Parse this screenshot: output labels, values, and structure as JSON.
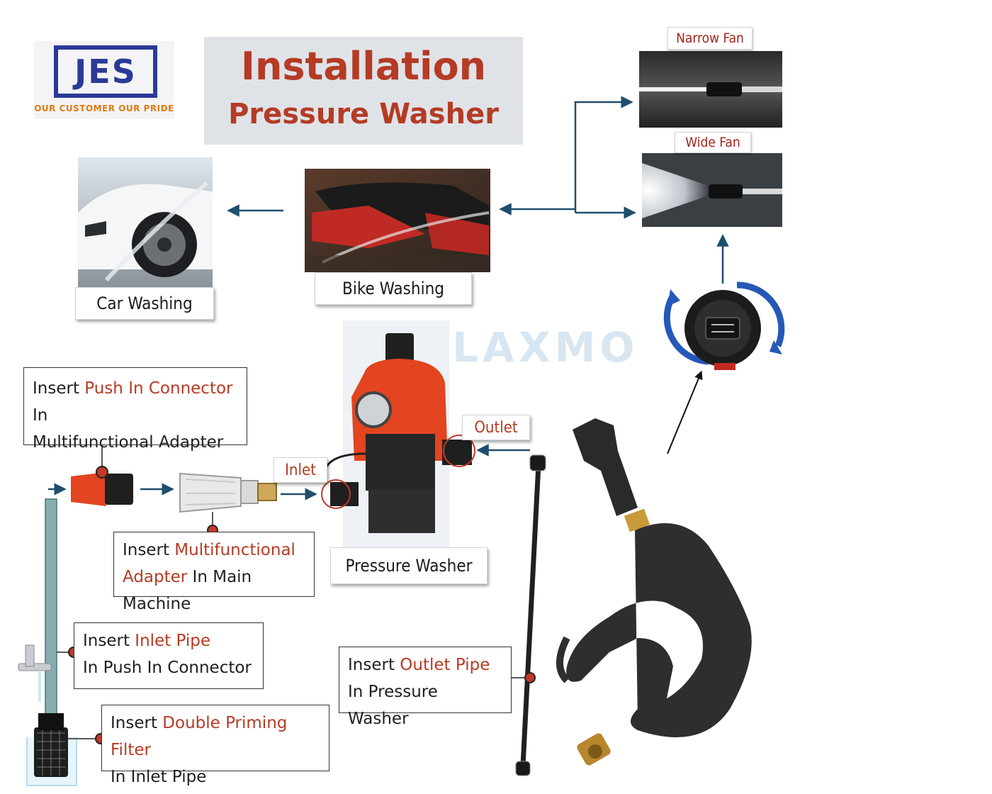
{
  "logo": {
    "brand": "JES",
    "tagline": "OUR CUSTOMER OUR PRIDE"
  },
  "title": {
    "line1": "Installation",
    "line2": "Pressure Washer"
  },
  "watermark": "LAXMO",
  "labels": {
    "car_washing": "Car Washing",
    "bike_washing": "Bike Washing",
    "narrow_fan": "Narrow Fan",
    "wide_fan": "Wide Fan",
    "pressure_washer": "Pressure Washer",
    "inlet": "Inlet",
    "outlet": "Outlet"
  },
  "steps": {
    "push_connector": {
      "p1": "Insert ",
      "hl": "Push In Connector",
      "p2": " In",
      "line2": "Multifunctional Adapter"
    },
    "multifunctional": {
      "p1": "Insert ",
      "hl1": "Multifunctional",
      "hl2": "Adapter",
      "p2": " In Main Machine"
    },
    "inlet_pipe": {
      "p1": "Insert ",
      "hl": "Inlet Pipe",
      "line2": "In Push In Connector"
    },
    "priming_filter": {
      "p1": "Insert ",
      "hl": "Double Priming Filter",
      "line2": "In Inlet Pipe"
    },
    "outlet_pipe": {
      "p1": "Insert ",
      "hl": "Outlet Pipe",
      "line2": "In Pressure Washer"
    }
  },
  "colors": {
    "brand_blue": "#2b3a97",
    "accent_red": "#b53b24",
    "flow_arrow": "#1f4e6e",
    "machine_red": "#e2451f"
  }
}
